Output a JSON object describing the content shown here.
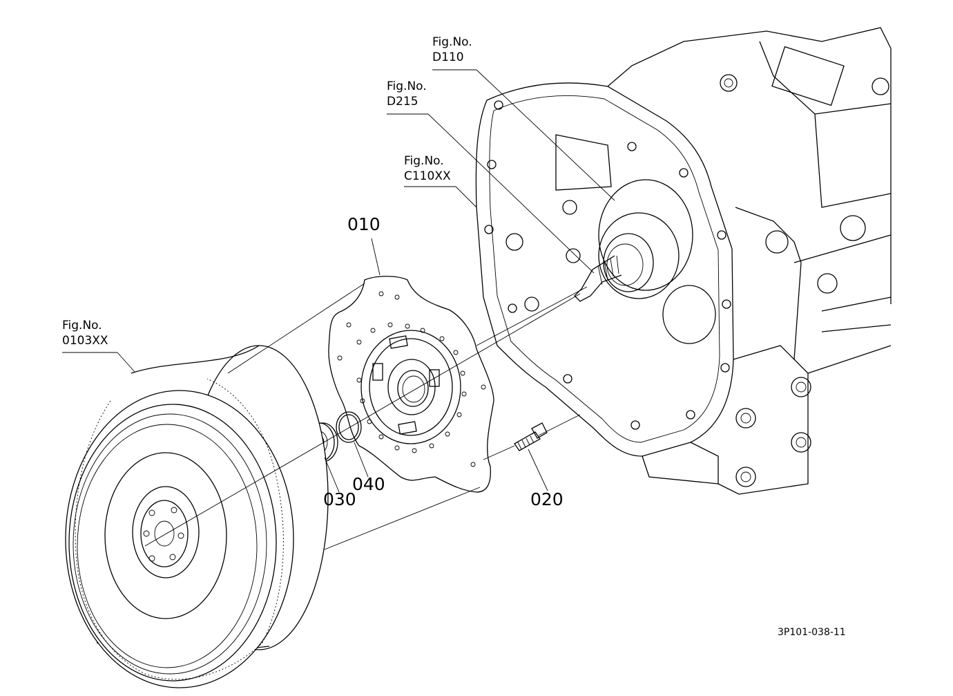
{
  "callouts": {
    "fig_d110": {
      "line1": "Fig.No.",
      "line2": "D110"
    },
    "fig_d215": {
      "line1": "Fig.No.",
      "line2": "D215"
    },
    "fig_c110xx": {
      "line1": "Fig.No.",
      "line2": "C110XX"
    },
    "fig_0103xx": {
      "line1": "Fig.No.",
      "line2": "0103XX"
    }
  },
  "parts": {
    "p010": "010",
    "p020": "020",
    "p030": "030",
    "p040": "040"
  },
  "drawing_code": "3P101-038-11",
  "colors": {
    "ink": "#000000",
    "paper": "#ffffff"
  }
}
